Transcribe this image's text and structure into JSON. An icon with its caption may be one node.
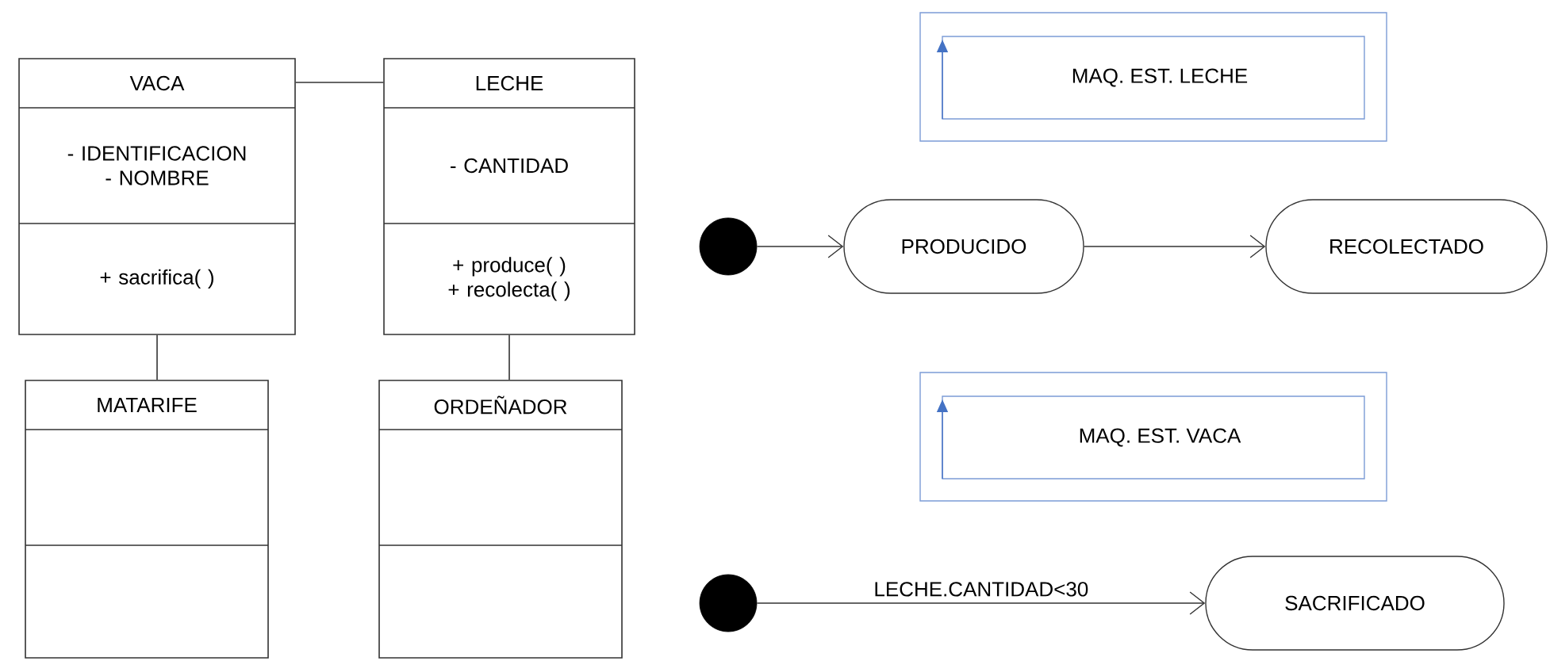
{
  "diagram": {
    "nodes": [
      {
        "text": [
          "VACA",
          "- IDENTIFICACION - NOMBRE",
          "+ sacrifica( )"
        ]
      },
      {
        "text": [
          "LECHE",
          "- CANTIDAD",
          "+ produce( ) + recolecta( )"
        ]
      },
      {
        "text": [
          "MATARIFE"
        ]
      },
      {
        "text": [
          "ORDEÑADOR"
        ]
      },
      {
        "text": [
          "MAQ. EST. LECHE"
        ]
      },
      {
        "text": [],
        "shape": "circle"
      },
      {
        "text": [
          "PRODUCIDO"
        ]
      },
      {
        "text": [
          "RECOLECTADO"
        ]
      },
      {
        "text": [
          "MAQ. EST. VACA"
        ]
      },
      {
        "text": [],
        "shape": "circle"
      },
      {
        "text": [
          "SACRIFICADO"
        ]
      }
    ],
    "edges": [
      {
        "from": 0,
        "to": 1,
        "arrow": "none"
      },
      {
        "from": 0,
        "to": 2,
        "arrow": "none"
      },
      {
        "from": 1,
        "to": 3,
        "arrow": "none"
      },
      {
        "from": 5,
        "to": 6,
        "arrow": "to"
      },
      {
        "from": 6,
        "to": 7,
        "arrow": "to"
      },
      {
        "from": 9,
        "to": 10,
        "arrow": "to",
        "label": "LECHE.CANTIDAD<30"
      }
    ]
  }
}
